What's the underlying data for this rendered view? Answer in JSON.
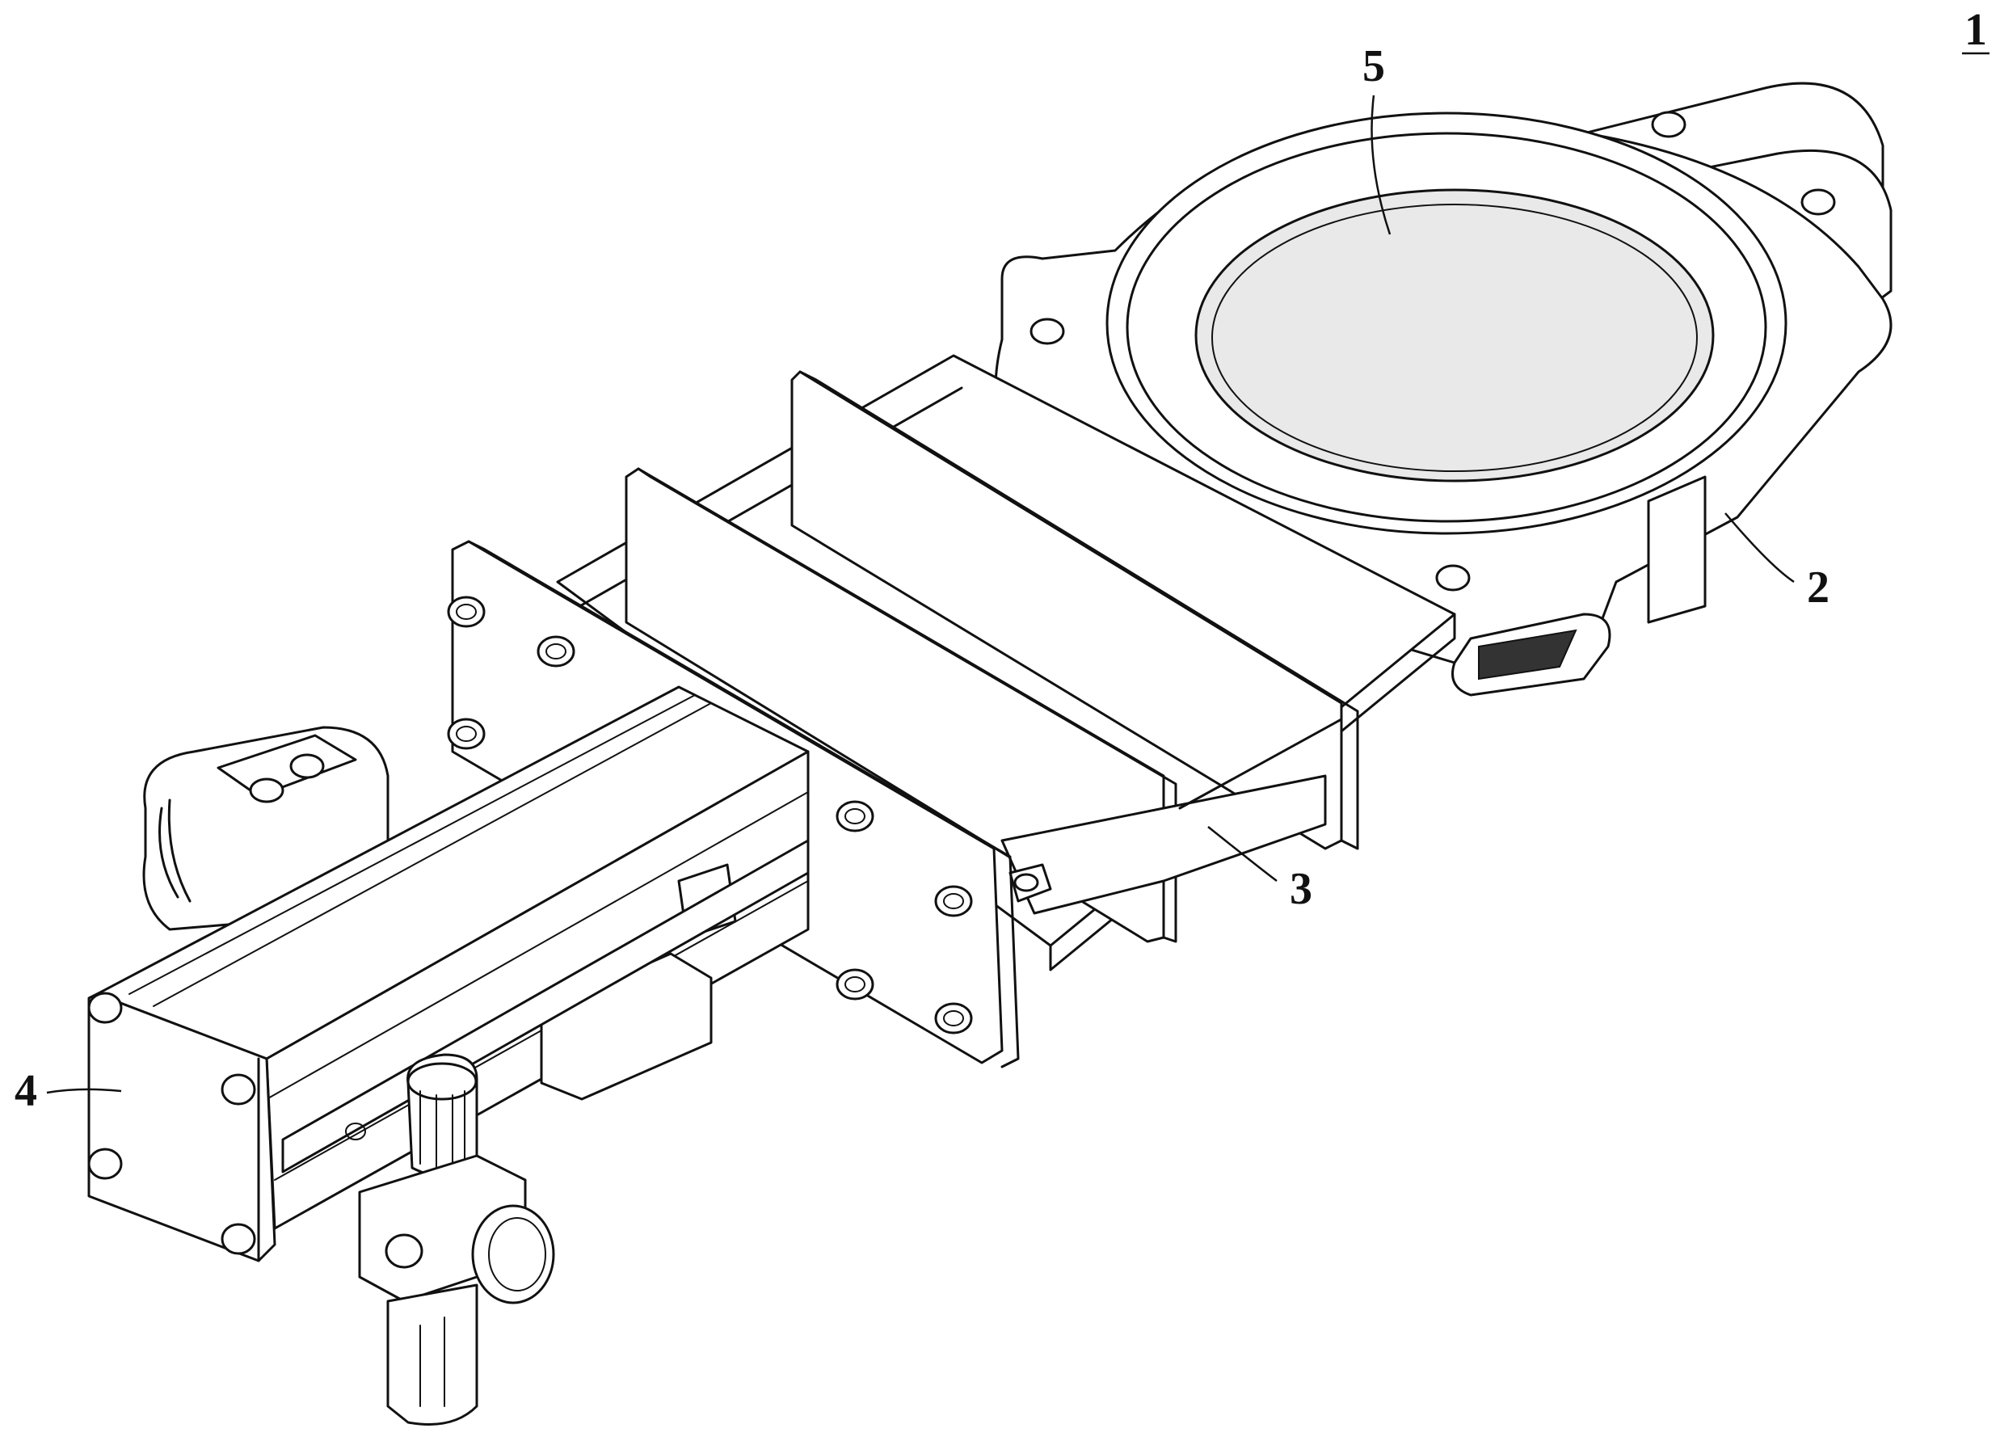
{
  "figure": {
    "figure_ref": "1",
    "callouts": {
      "body": "2",
      "frame": "3",
      "actuator": "4",
      "bore": "5"
    }
  }
}
